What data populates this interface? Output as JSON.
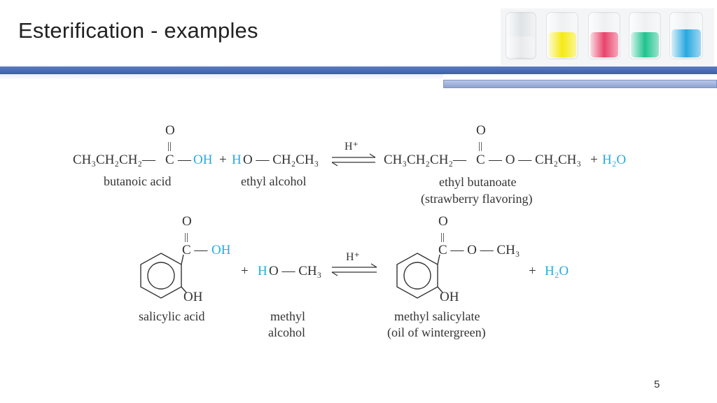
{
  "slide": {
    "title": "Esterification - examples",
    "page_number": "5"
  },
  "colors": {
    "accent_bar": "#3e5fa8",
    "highlight": "#29abe2",
    "beakers": [
      "#e8eaec",
      "#f5ea14",
      "#e8436a",
      "#1fc38e",
      "#28a8e0"
    ]
  },
  "reaction1": {
    "reactant1_chain": "CH₃CH₂CH₂—",
    "carbonyl_O": "O",
    "carbonyl_bond": "||",
    "carbon": "C",
    "dash": "—",
    "OH": "OH",
    "plus": "+",
    "H": "H",
    "O_alcohol": "O — CH₂CH₃",
    "catalyst": "H⁺",
    "product_chain": "CH₃CH₂CH₂—",
    "product_ester": "— O — CH₂CH₃",
    "water": "H₂O",
    "label_acid": "butanoic acid",
    "label_alcohol": "ethyl alcohol",
    "label_product": "ethyl butanoate",
    "label_product_note": "(strawberry flavoring)"
  },
  "reaction2": {
    "carbonyl_O": "O",
    "carbonyl_bond": "||",
    "carbon_group": "C —",
    "OH": "OH",
    "ring_OH": "OH",
    "plus": "+",
    "H": "H",
    "O_alcohol": "O — CH₃",
    "catalyst": "H⁺",
    "product_group": "C — O — CH₃",
    "water": "H₂O",
    "label_acid": "salicylic acid",
    "label_alcohol_1": "methyl",
    "label_alcohol_2": "alcohol",
    "label_product": "methyl salicylate",
    "label_product_note": "(oil of wintergreen)"
  }
}
